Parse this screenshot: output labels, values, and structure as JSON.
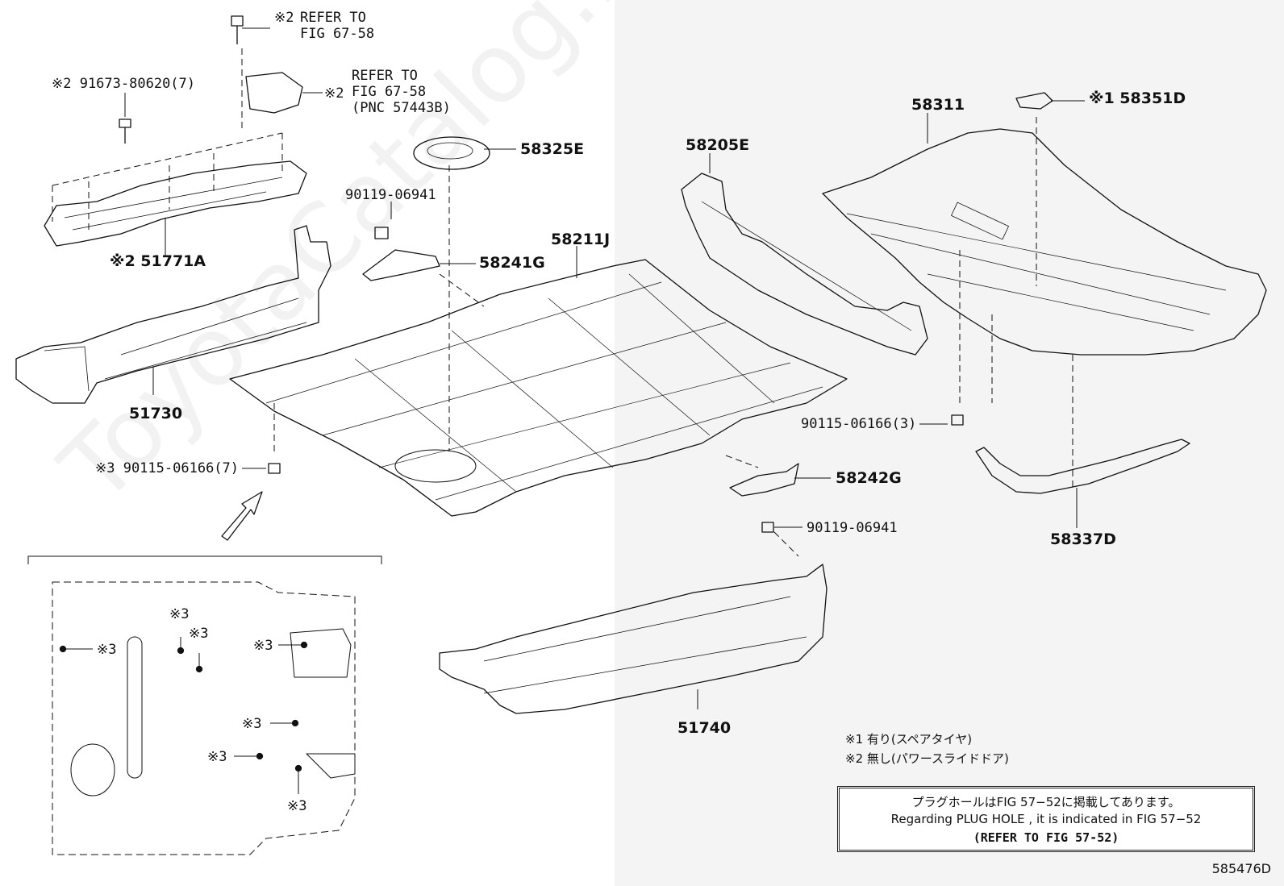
{
  "watermark": "ToyotaCatalog.ru",
  "diagram_code": "585476D",
  "callouts": {
    "refer1_mark": "※2",
    "refer1_text": "REFER TO\nFIG 67-58",
    "refer2_mark": "※2",
    "refer2_text": "REFER TO\nFIG 67-58\n(PNC 57443B)",
    "bolt_91673": "※2 91673-80620(7)",
    "p51771A": "※2 51771A",
    "p51730": "51730",
    "bolt_90119_a": "90119-06941",
    "p58241G": "58241G",
    "p58325E": "58325E",
    "p58211J": "58211J",
    "p58205E": "58205E",
    "p58311": "58311",
    "p58351D": "※1 58351D",
    "bolt_90115_3": "90115-06166(3)",
    "bolt_90115_7": "※3 90115-06166(7)",
    "p58242G": "58242G",
    "bolt_90119_b": "90119-06941",
    "p58337D": "58337D",
    "p51740": "51740"
  },
  "detail_marks": {
    "m1": "※3",
    "m2": "※3",
    "m3": "※3",
    "m4": "※3",
    "m5": "※3",
    "m6": "※3",
    "m7": "※3"
  },
  "notes": {
    "n1": "※1 有り(スペアタイヤ)",
    "n2": "※2 無し(パワースライドドア)"
  },
  "notebox": {
    "line1": "プラグホールはFIG 57−52に掲載してあります。",
    "line2": "Regarding  PLUG  HOLE , it is indicated in FIG  57−52",
    "line3": "(REFER TO FIG 57-52)"
  }
}
